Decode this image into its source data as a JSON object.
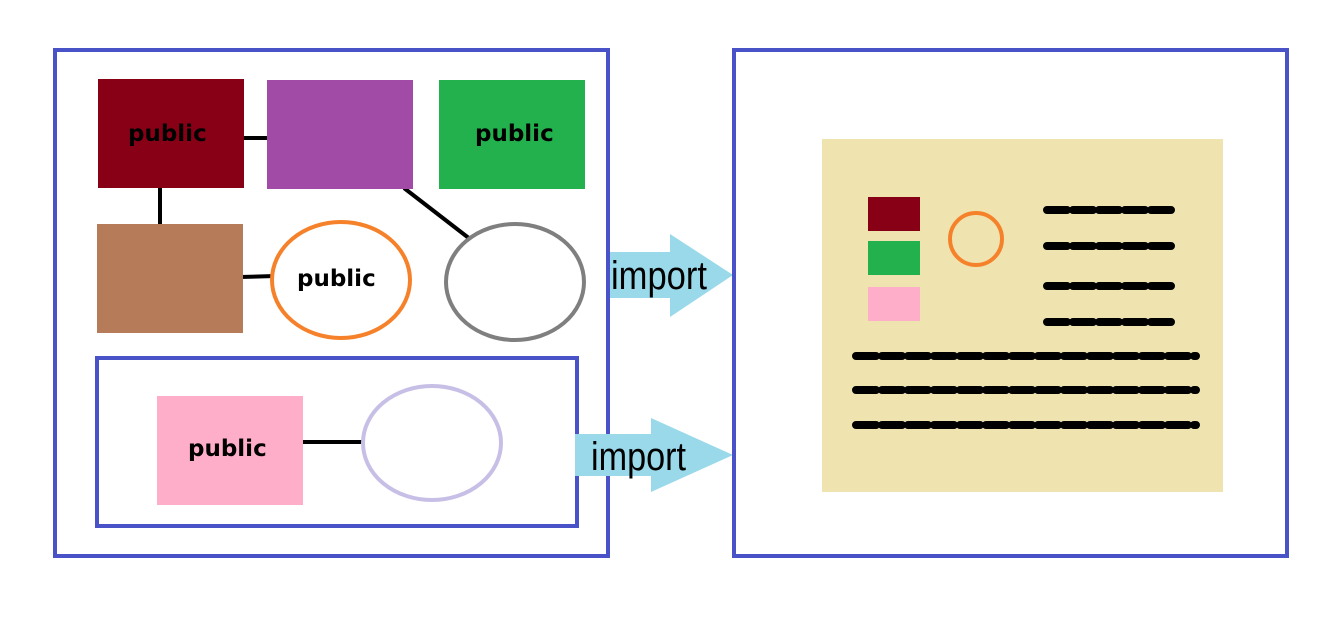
{
  "colors": {
    "frame": "#4a52c8",
    "dark_red": "#870016",
    "purple": "#a24ba6",
    "green": "#22b14c",
    "brown": "#b67b58",
    "orange": "#f5822a",
    "gray": "#7f7f7f",
    "lavender": "#c8bfe7",
    "pink": "#ffaec9",
    "arrow": "#99d9ea",
    "paper": "#efe4b0",
    "line": "#000000"
  },
  "left_module": {
    "dark_red_box": {
      "label": "public"
    },
    "green_box": {
      "label": "public"
    },
    "orange_ellipse": {
      "label": "public"
    },
    "sub_module": {
      "pink_box": {
        "label": "public"
      }
    }
  },
  "arrows": [
    {
      "label": "import"
    },
    {
      "label": "import"
    }
  ],
  "right_page": {
    "swatches": [
      "dark-red",
      "green",
      "pink"
    ],
    "short_dashed_lines": 4,
    "long_dashed_lines": 3
  }
}
